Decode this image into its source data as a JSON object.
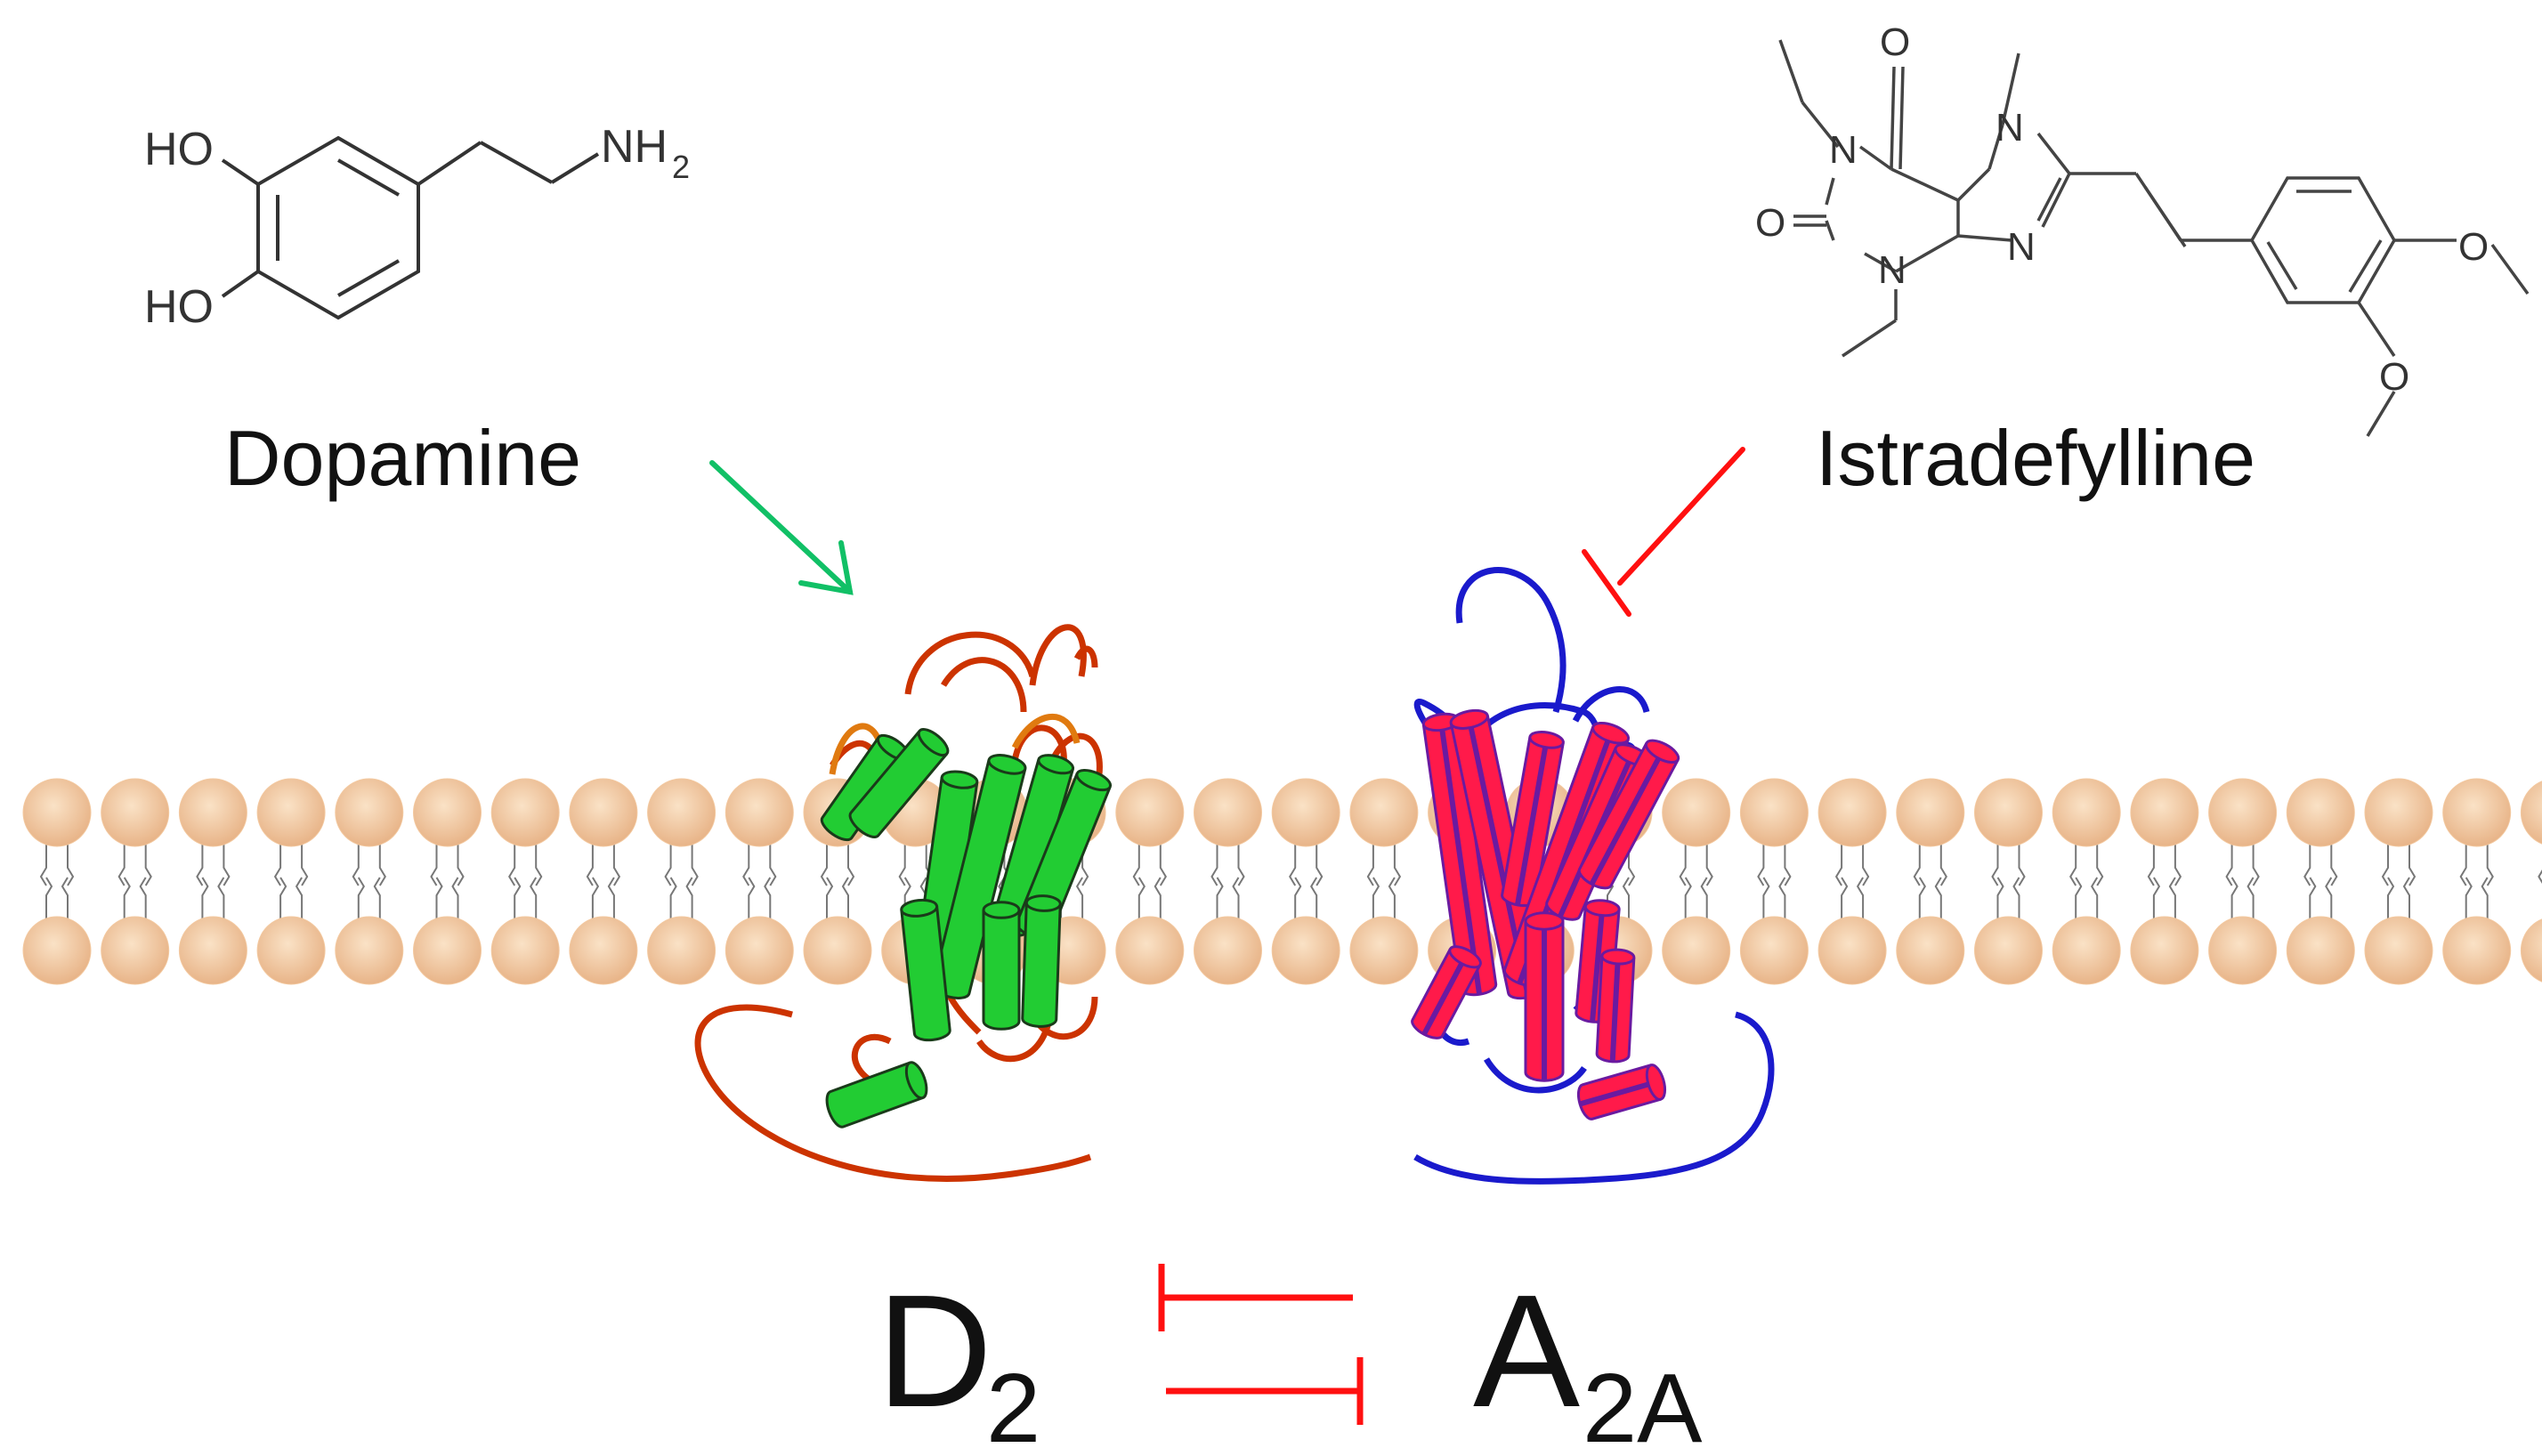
{
  "dopamine": {
    "name": "Dopamine",
    "atoms": {
      "ho_top": "HO",
      "ho_bottom": "HO",
      "nh": "NH",
      "nh_sub": "2"
    }
  },
  "istradefylline": {
    "name": "Istradefylline",
    "atoms": {
      "o1": "O",
      "o2": "O",
      "n1": "N",
      "n2": "N",
      "n3": "N",
      "n4": "N",
      "ome1": "O",
      "ome2": "O"
    }
  },
  "receptors": {
    "d2": {
      "main": "D",
      "sub": "2"
    },
    "a2a": {
      "main": "A",
      "sub": "2A"
    }
  },
  "colors": {
    "d2_helix": "#22cc33",
    "d2_loop": "#cc3300",
    "a2a_helix": "#ff1a4a",
    "a2a_loop": "#1a1acc",
    "agonist_arrow": "#11c066",
    "antagonist_arrow": "#ff1010",
    "lipid_head": "#f3c9a0",
    "mutual_inhibition": "#ff1010"
  }
}
